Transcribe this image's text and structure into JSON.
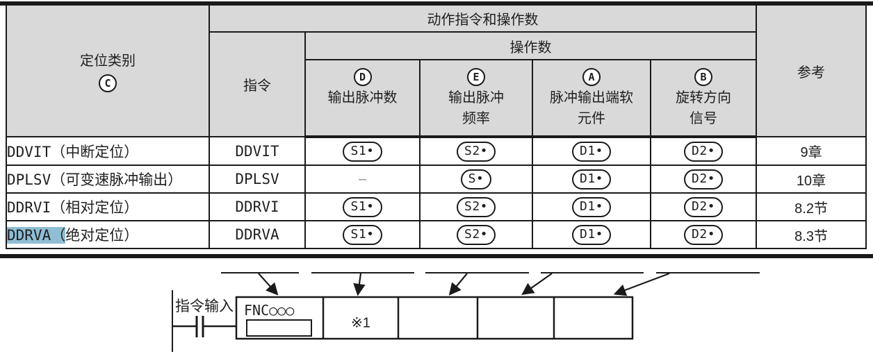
{
  "table": {
    "header": {
      "category": {
        "label": "定位类别",
        "circle": "C"
      },
      "action_group": "动作指令和操作数",
      "operand_group": "操作数",
      "instruction": "指令",
      "reference": "参考",
      "operand_cols": [
        {
          "circle": "D",
          "lines": [
            "输出脉冲数",
            ""
          ]
        },
        {
          "circle": "E",
          "lines": [
            "输出脉冲",
            "频率"
          ]
        },
        {
          "circle": "A",
          "lines": [
            "脉冲输出端软",
            "元件"
          ]
        },
        {
          "circle": "B",
          "lines": [
            "旋转方向",
            "信号"
          ]
        }
      ]
    },
    "rows": [
      {
        "category_highlight": "",
        "category": "DDVIT（中断定位）",
        "instruction": "DDVIT",
        "operands": [
          "S1•",
          "S2•",
          "D1•",
          "D2•"
        ],
        "reference": "9章"
      },
      {
        "category_highlight": "",
        "category": "DPLSV（可变速脉冲输出）",
        "instruction": "DPLSV",
        "operands": [
          "–",
          "S•",
          "D1•",
          "D2•"
        ],
        "reference": "10章"
      },
      {
        "category_highlight": "",
        "category": "DDRVI（相对定位）",
        "instruction": "DDRVI",
        "operands": [
          "S1•",
          "S2•",
          "D1•",
          "D2•"
        ],
        "reference": "8.2节"
      },
      {
        "category_highlight": "DDRVA（",
        "category": "绝对定位）",
        "instruction": "DDRVA",
        "operands": [
          "S1•",
          "S2•",
          "D1•",
          "D2•"
        ],
        "reference": "8.3节"
      }
    ]
  },
  "diagram": {
    "input_label": "指令输入",
    "fnc_label": "FNC○○○",
    "note_label": "※1"
  },
  "colors": {
    "selection_highlight": "#8fbdd4",
    "header_background": "#d9d9d9",
    "border": "#1a1a1a"
  }
}
